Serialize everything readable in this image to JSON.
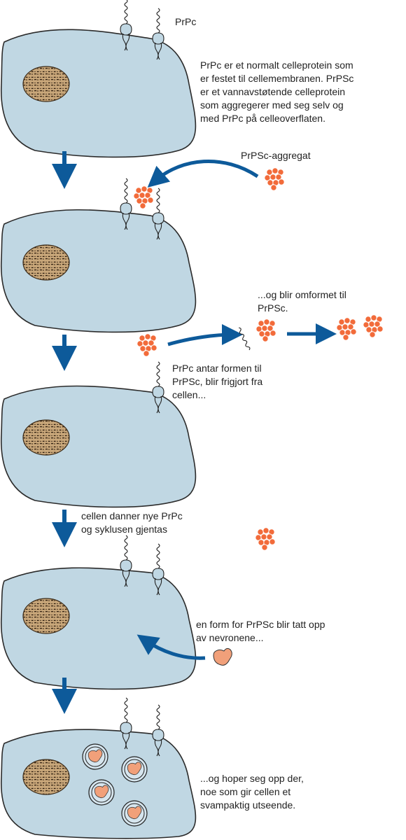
{
  "colors": {
    "cell_fill": "#c0d7e3",
    "cell_stroke": "#2b2b2b",
    "arrow": "#0d5a9a",
    "aggregate": "#f26b3a",
    "vacuole_fill": "#f1a07a"
  },
  "icons": [
    "prpc-receptor",
    "prpsc-aggregate",
    "cell-nucleus",
    "vacuole",
    "flow-arrow"
  ],
  "labels": {
    "prpc": "PrPc",
    "intro": "PrPc er et normalt celleprotein som\ner festet til cellemembranen. PrPSc\ner et vannavstøtende celleprotein\nsom aggregerer med seg selv og\nmed PrPc på celleoverflaten.",
    "aggregate": "PrPSc-aggregat",
    "reshaped": "...og blir omformet til\nPrPSc.",
    "released": "PrPc antar formen til\nPrPSc, blir frigjort fra\ncellen...",
    "cycle": "cellen danner nye PrPc\nog syklusen gjentas",
    "uptake": "en form for PrPSc blir tatt opp\nav nevronene...",
    "spongy": "...og hoper seg opp der,\nnoe som gir cellen et\nsvampaktig utseende."
  }
}
